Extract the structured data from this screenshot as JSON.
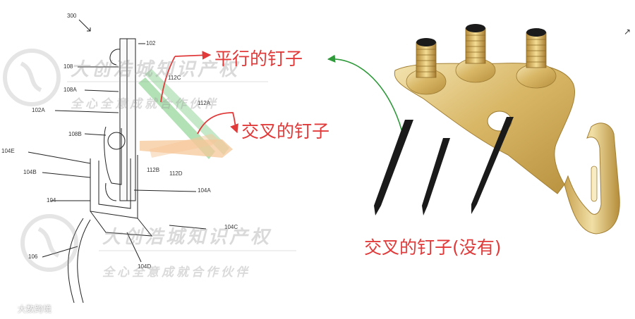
{
  "annotations": {
    "parallel_nails": "平行的钉子",
    "crossed_nails": "交叉的钉子",
    "crossed_nails_none": "交叉的钉子(没有)"
  },
  "watermark": {
    "title": "大创浩城知识产权",
    "slogan": "全心全意成就合作伙伴",
    "footer": "大数跨境"
  },
  "patent_labels": [
    "300",
    "102",
    "108",
    "108A",
    "112C",
    "112A",
    "102A",
    "108B",
    "104E",
    "112B",
    "112D",
    "104B",
    "104A",
    "104",
    "104C",
    "106",
    "104D"
  ],
  "colors": {
    "annotation": "#e03a3a",
    "arrow_red": "#e03a3a",
    "arrow_green": "#2e9a3a",
    "nail_green": "#9fd9a3",
    "nail_orange": "#f6c79a",
    "gold": "#d7b566"
  },
  "icons": {
    "corner": "external-link-icon"
  }
}
